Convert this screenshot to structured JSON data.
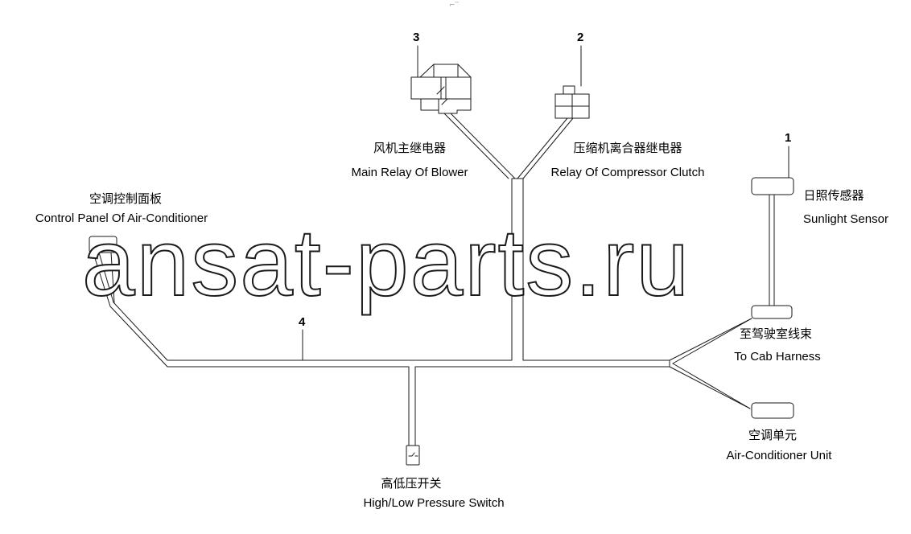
{
  "watermark": "ansat-parts.ru",
  "top_mark": "⌐‾",
  "components": {
    "main_relay": {
      "number": "3",
      "label_cn": "风机主继电器",
      "label_en": "Main Relay Of Blower"
    },
    "compressor_relay": {
      "number": "2",
      "label_cn": "压缩机离合器继电器",
      "label_en": "Relay Of Compressor Clutch"
    },
    "sunlight_sensor": {
      "number": "1",
      "label_cn": "日照传感器",
      "label_en": "Sunlight Sensor"
    },
    "control_panel": {
      "label_cn": "空调控制面板",
      "label_en": "Control Panel Of Air-Conditioner"
    },
    "harness": {
      "number": "4"
    },
    "cab_harness": {
      "label_cn": "至驾驶室线束",
      "label_en": "To Cab Harness"
    },
    "ac_unit": {
      "label_cn": "空调单元",
      "label_en": "Air-Conditioner Unit"
    },
    "pressure_switch": {
      "label_cn": "高低压开关",
      "label_en": "High/Low Pressure Switch"
    }
  }
}
